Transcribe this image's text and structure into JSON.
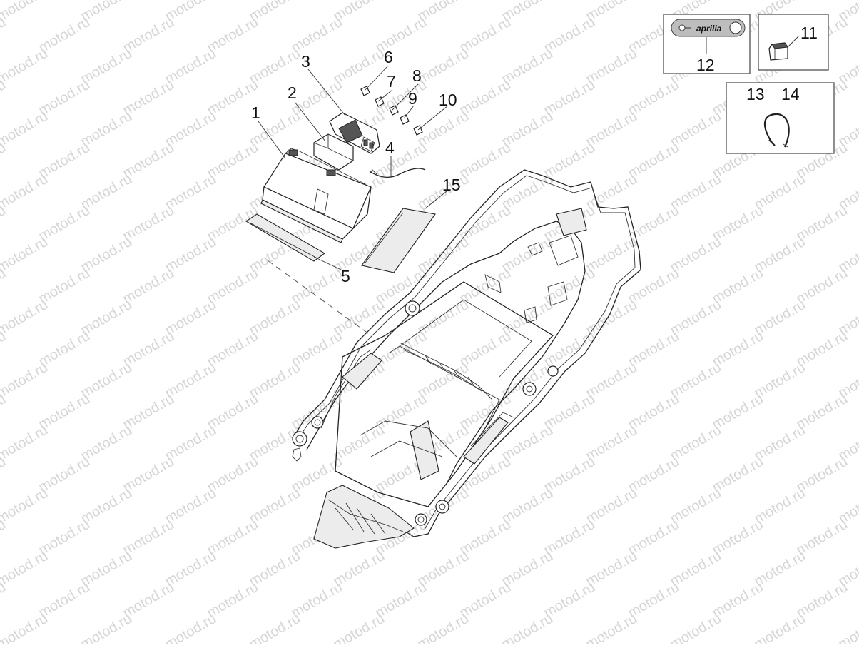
{
  "watermark": "motod.ru",
  "brand_logo": "aprilia",
  "callouts": [
    "1",
    "2",
    "3",
    "4",
    "5",
    "6",
    "7",
    "8",
    "9",
    "10",
    "11",
    "12",
    "13",
    "14",
    "15"
  ],
  "boxes": {
    "key_keyring": "12",
    "relay": "11",
    "clip_a": "13",
    "clip_b": "14"
  }
}
